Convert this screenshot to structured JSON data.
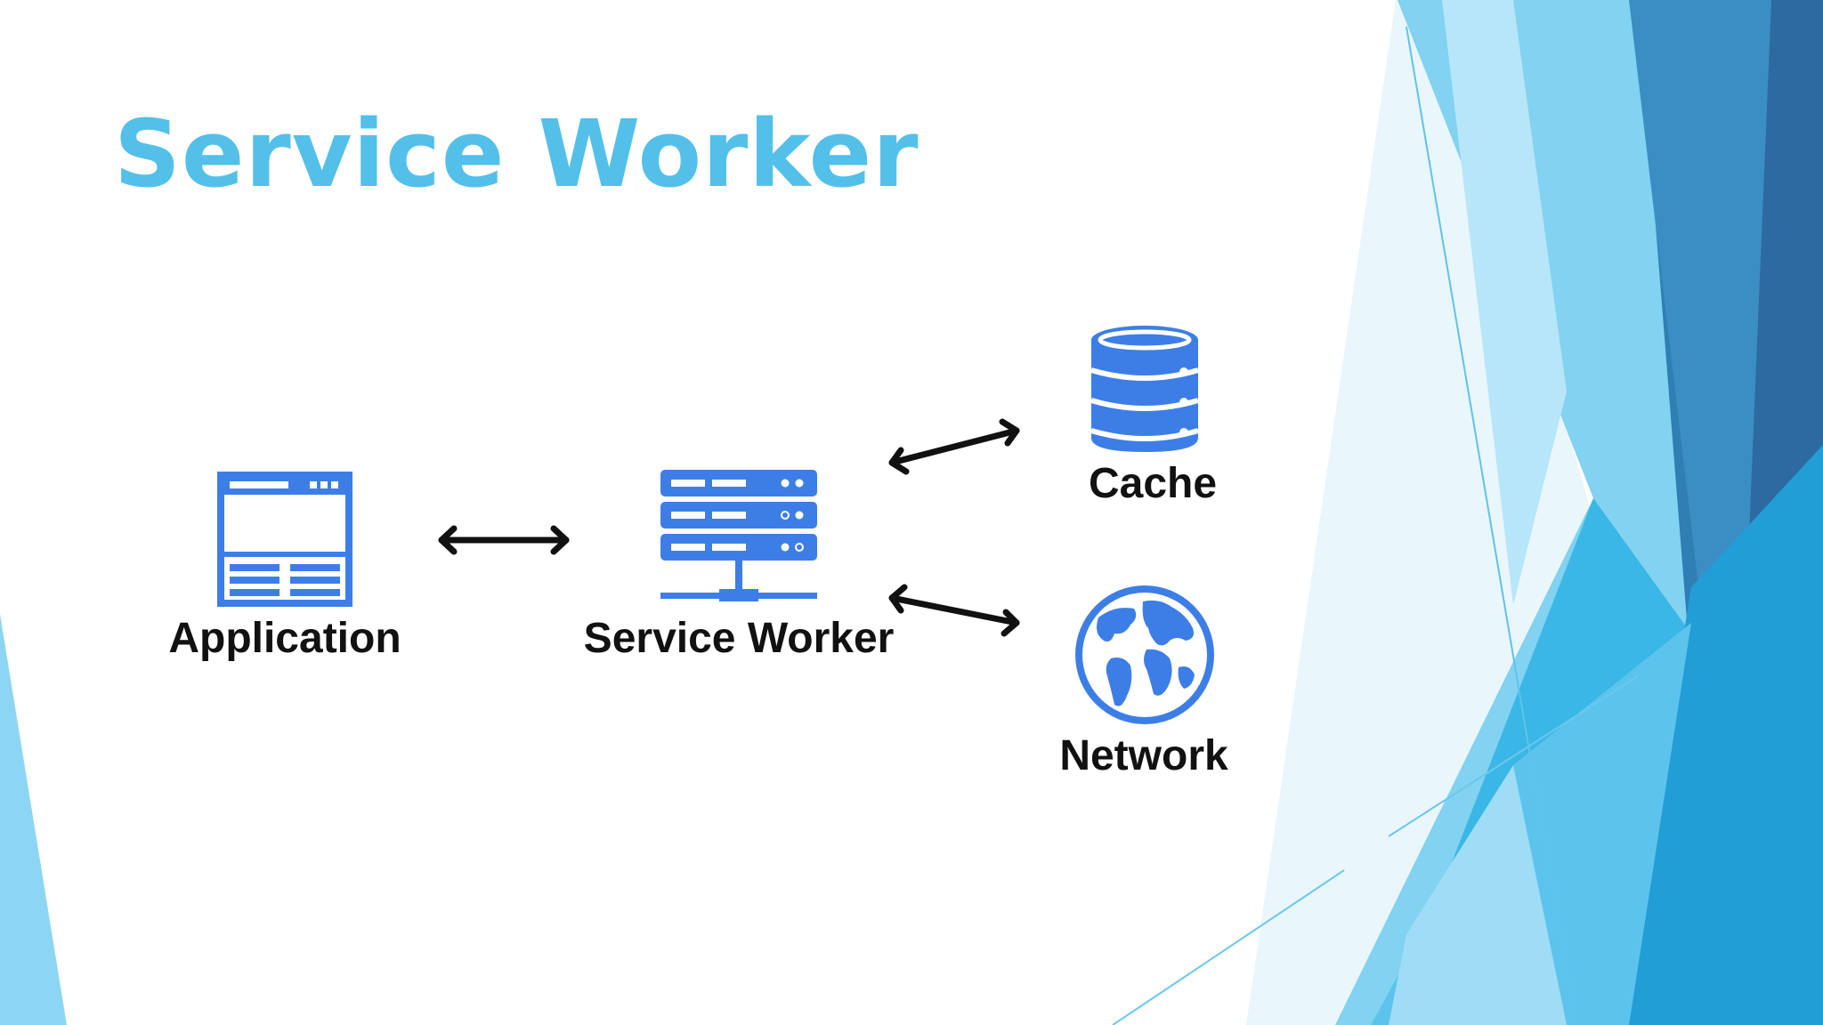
{
  "slide": {
    "title": "Service Worker",
    "colors": {
      "title": "#53c0e9",
      "icon_blue": "#3d7ee6",
      "label": "#111111",
      "arrow": "#111111",
      "accent_light": "#7fd3f2",
      "accent_mid": "#3ab4e6",
      "accent_dark": "#2a6ea5"
    }
  },
  "diagram": {
    "nodes": [
      {
        "id": "application",
        "label": "Application",
        "icon": "browser-window-icon"
      },
      {
        "id": "service_worker",
        "label": "Service Worker",
        "icon": "server-stack-icon"
      },
      {
        "id": "cache",
        "label": "Cache",
        "icon": "database-icon"
      },
      {
        "id": "network",
        "label": "Network",
        "icon": "globe-icon"
      }
    ],
    "edges": [
      {
        "from": "application",
        "to": "service_worker",
        "direction": "both"
      },
      {
        "from": "service_worker",
        "to": "cache",
        "direction": "both"
      },
      {
        "from": "service_worker",
        "to": "network",
        "direction": "both"
      }
    ]
  }
}
